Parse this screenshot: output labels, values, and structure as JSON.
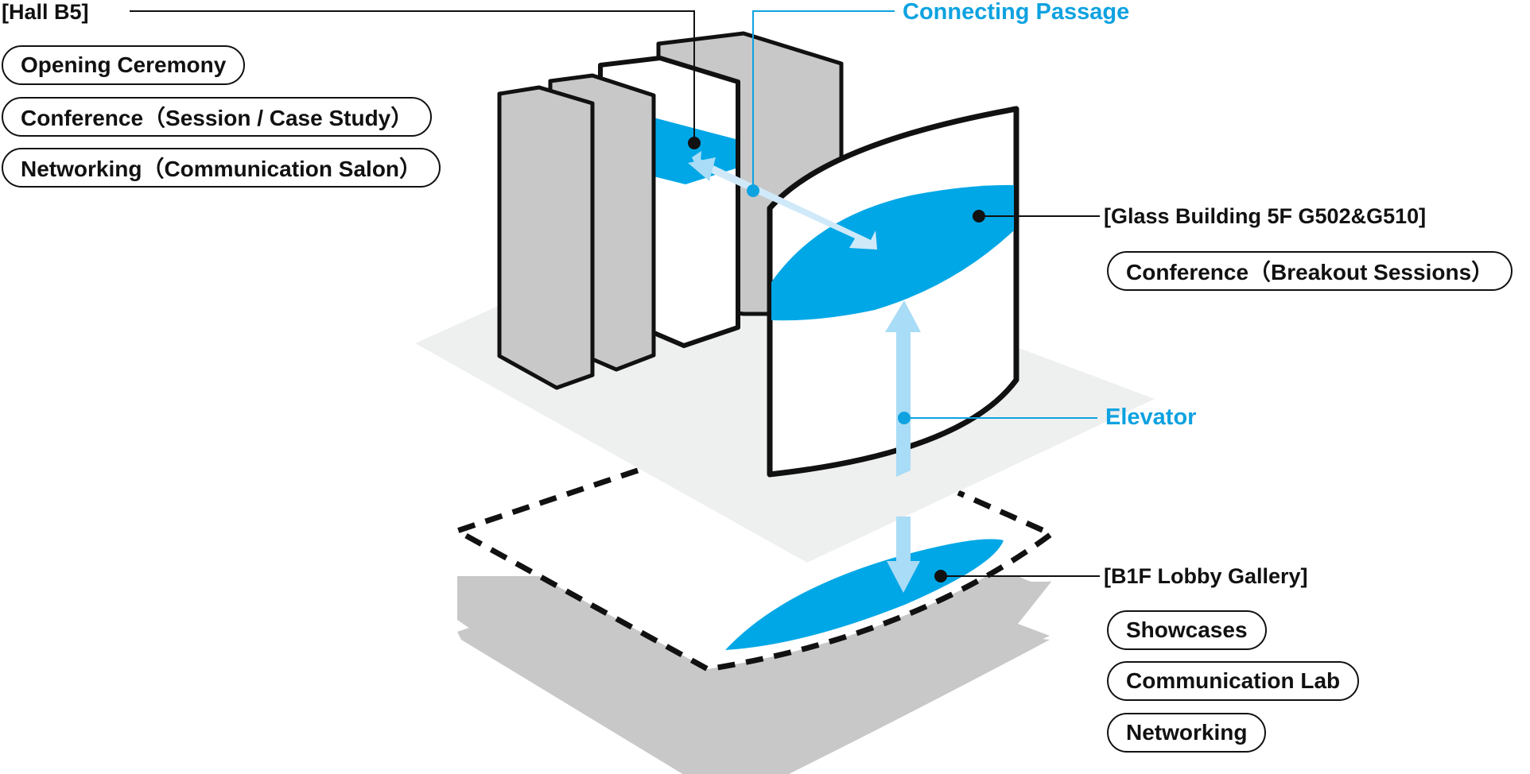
{
  "hall_b5": {
    "title": "[Hall B5]",
    "items": [
      "Opening Ceremony",
      "Conference（Session / Case Study）",
      "Networking（Communication Salon）"
    ]
  },
  "connecting_passage": {
    "label": "Connecting Passage"
  },
  "glass_building": {
    "title": "[Glass Building 5F G502&G510]",
    "items": [
      "Conference（Breakout Sessions）"
    ]
  },
  "elevator": {
    "label": "Elevator"
  },
  "b1f_lobby": {
    "title": "[B1F Lobby Gallery]",
    "items": [
      "Showcases",
      "Communication Lab",
      "Networking"
    ]
  },
  "colors": {
    "accent_blue": "#00a7e6",
    "light_blue": "#a9dcf6",
    "gray": "#c8c8c8",
    "floor": "#eeefef"
  }
}
